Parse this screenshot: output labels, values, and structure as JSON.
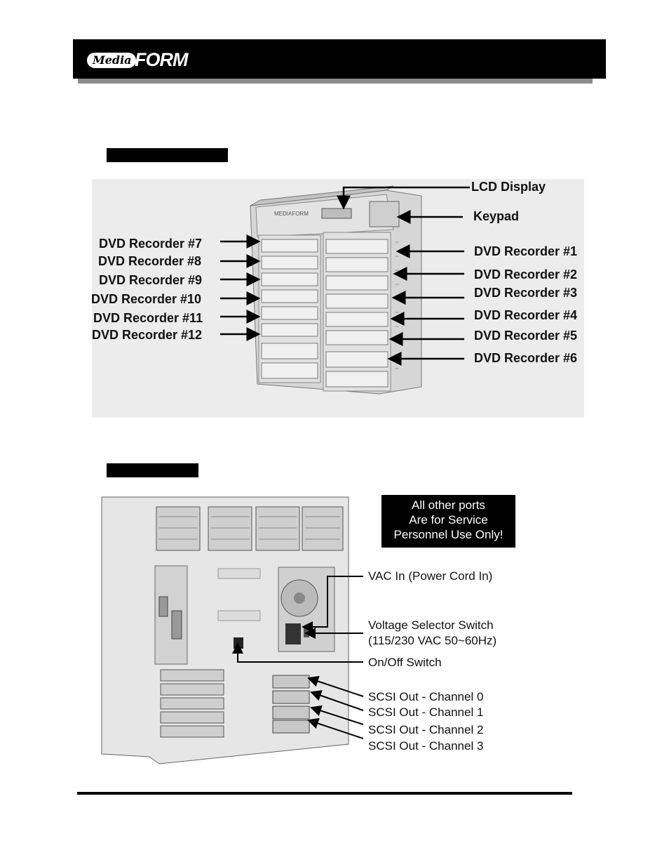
{
  "header": {
    "logo_media": "Media",
    "logo_form": "FORM"
  },
  "front_view": {
    "left_labels": [
      "DVD Recorder #7",
      "DVD Recorder #8",
      "DVD Recorder #9",
      "DVD Recorder #10",
      "DVD Recorder #11",
      "DVD Recorder #12"
    ],
    "lcd_label": "LCD Display",
    "keypad_label": "Keypad",
    "right_labels": [
      "DVD Recorder #1",
      "DVD Recorder #2",
      "DVD Recorder #3",
      "DVD Recorder #4",
      "DVD Recorder #5",
      "DVD Recorder #6"
    ]
  },
  "rear_view": {
    "notice_lines": [
      "All other ports",
      "Are for Service",
      "Personnel Use Only!"
    ],
    "vac_in": "VAC In (Power Cord In)",
    "voltage_line1": "Voltage Selector Switch",
    "voltage_line2": "(115/230 VAC 50~60Hz)",
    "on_off": "On/Off Switch",
    "scsi": [
      "SCSI Out - Channel 0",
      "SCSI Out - Channel 1",
      "SCSI Out - Channel 2",
      "SCSI Out - Channel 3"
    ]
  }
}
